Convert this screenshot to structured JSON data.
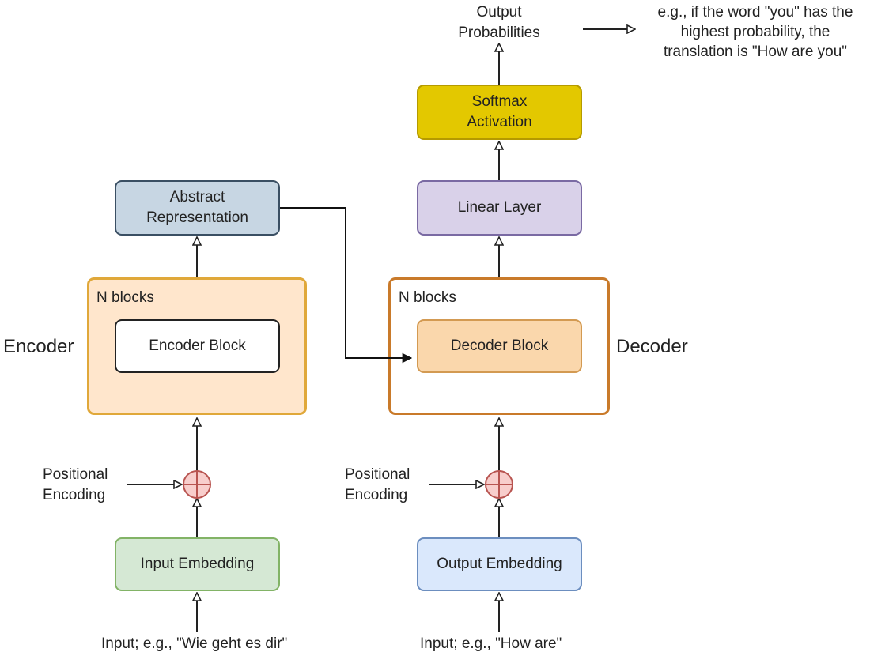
{
  "encoder": {
    "section_label": "Encoder",
    "container_label": "N blocks",
    "block": "Encoder Block",
    "abstract_representation": "Abstract\nRepresentation",
    "input_embedding": "Input Embedding",
    "positional_encoding": "Positional\nEncoding",
    "input": "Input; e.g., \"Wie geht es dir\""
  },
  "decoder": {
    "section_label": "Decoder",
    "container_label": "N blocks",
    "block": "Decoder Block",
    "output_embedding": "Output Embedding",
    "positional_encoding": "Positional\nEncoding",
    "input": "Input; e.g., \"How are\""
  },
  "head": {
    "linear_layer": "Linear Layer",
    "softmax": "Softmax\nActivation",
    "output_probabilities": "Output\nProbabilities",
    "note": "e.g., if the word \"you\" has the\nhighest probability, the\ntranslation is \"How are you\""
  },
  "colors": {
    "encoder_container_fill": "#ffe6cc",
    "encoder_container_border": "#e0a83a",
    "decoder_container_border": "#c97a2a",
    "decoder_block_fill": "#fad7ac",
    "abstract_fill": "#c7d6e3",
    "abstract_border": "#3a4f63",
    "linear_fill": "#d9d1e9",
    "linear_border": "#7a6aa3",
    "softmax_fill": "#e3c800",
    "softmax_border": "#b59a00",
    "input_embedding_fill": "#d5e8d4",
    "input_embedding_border": "#82b366",
    "output_embedding_fill": "#dae8fc",
    "output_embedding_border": "#6c8ebf",
    "adder_fill": "#f8cecc",
    "adder_border": "#b85450"
  }
}
